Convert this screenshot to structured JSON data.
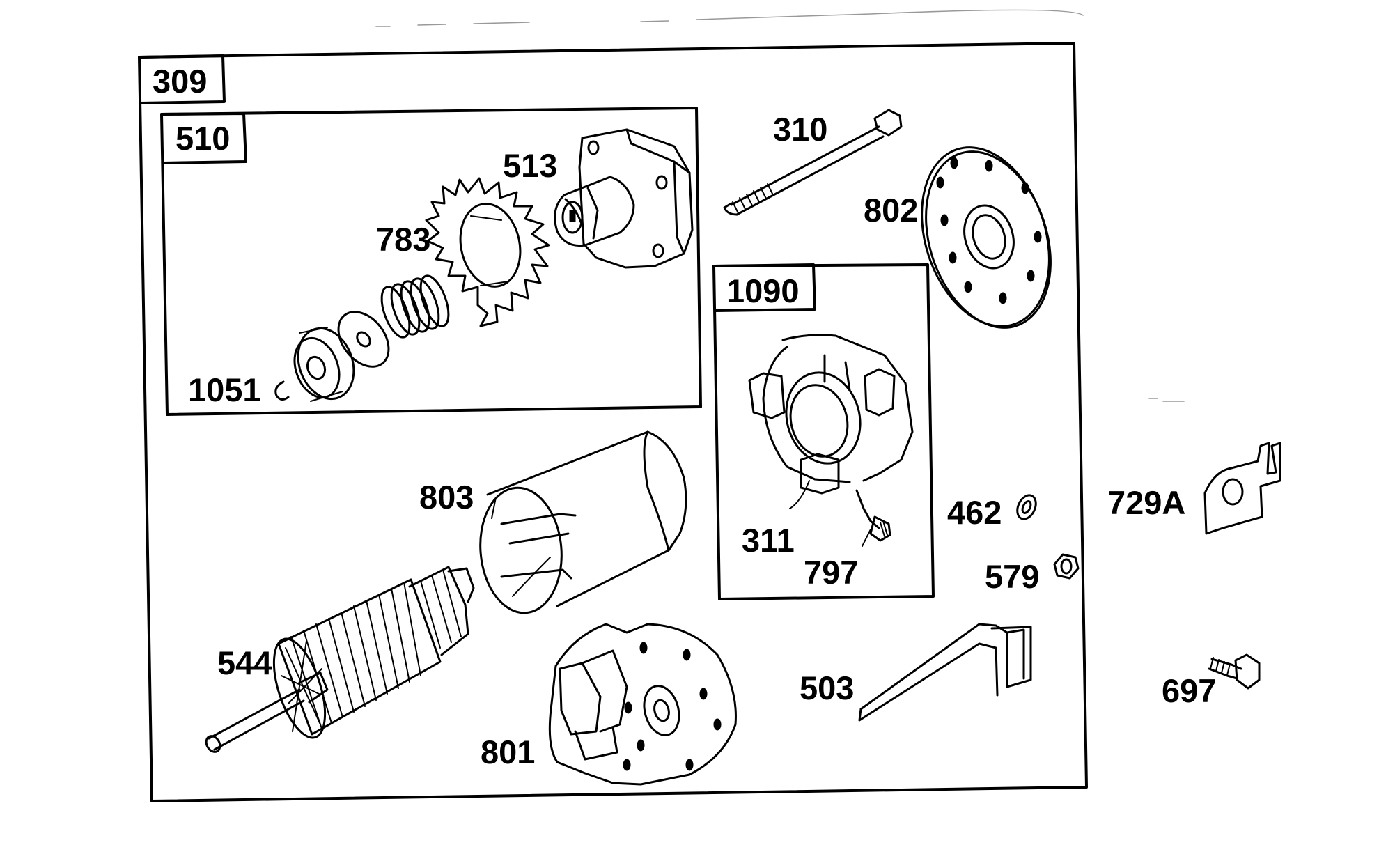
{
  "assemblies": {
    "outer": "309",
    "drive": "510",
    "brush": "1090"
  },
  "parts": {
    "p310": "310",
    "p311": "311",
    "p462": "462",
    "p503": "503",
    "p513": "513",
    "p544": "544",
    "p579": "579",
    "p697": "697",
    "p729a": "729A",
    "p783": "783",
    "p797": "797",
    "p801": "801",
    "p802": "802",
    "p803": "803",
    "p1051": "1051"
  }
}
